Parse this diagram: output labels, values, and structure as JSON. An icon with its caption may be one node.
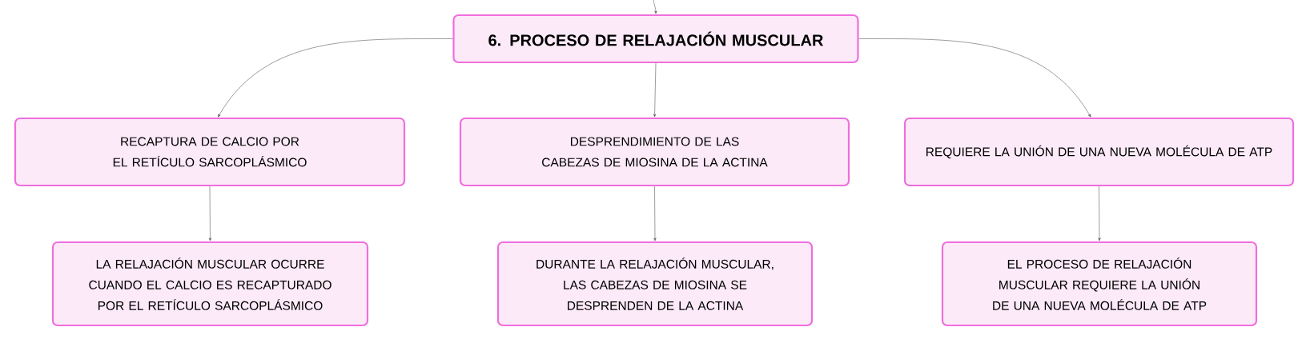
{
  "diagram": {
    "nodes": [
      {
        "text": [
          "6. PROCESO DE RELAJACIÓN MUSCULAR"
        ]
      },
      {
        "text": [
          "RECAPTURA DE CALCIO POR EL RETÍCULO SARCOPLÁSMICO"
        ]
      },
      {
        "text": [
          "DESPRENDIMIENTO DE LAS CABEZAS DE MIOSINA DE LA ACTINA"
        ]
      },
      {
        "text": [
          "REQUIERE LA UNIÓN DE UNA NUEVA MOLÉCULA DE ATP"
        ]
      },
      {
        "text": [
          "LA RELAJACIÓN MUSCULAR OCURRE CUANDO EL CALCIO ES RECAPTURADO POR EL RETÍCULO SARCOPLÁSMICO"
        ]
      },
      {
        "text": [
          "DURANTE LA RELAJACIÓN MUSCULAR, LAS CABEZAS DE MIOSINA SE DESPRENDEN DE LA ACTINA"
        ]
      },
      {
        "text": [
          "EL PROCESO DE RELAJACIÓN MUSCULAR REQUIERE LA UNIÓN DE UNA NUEVA MOLÉCULA DE ATP"
        ]
      }
    ],
    "edges": [
      {
        "from": null,
        "to": 0,
        "arrow": "to"
      },
      {
        "from": 0,
        "to": 1,
        "arrow": "to"
      },
      {
        "from": 0,
        "to": 2,
        "arrow": "to"
      },
      {
        "from": 0,
        "to": 3,
        "arrow": "to"
      },
      {
        "from": 1,
        "to": 4,
        "arrow": "to"
      },
      {
        "from": 2,
        "to": 5,
        "arrow": "to"
      },
      {
        "from": 3,
        "to": 6,
        "arrow": "to"
      }
    ]
  }
}
